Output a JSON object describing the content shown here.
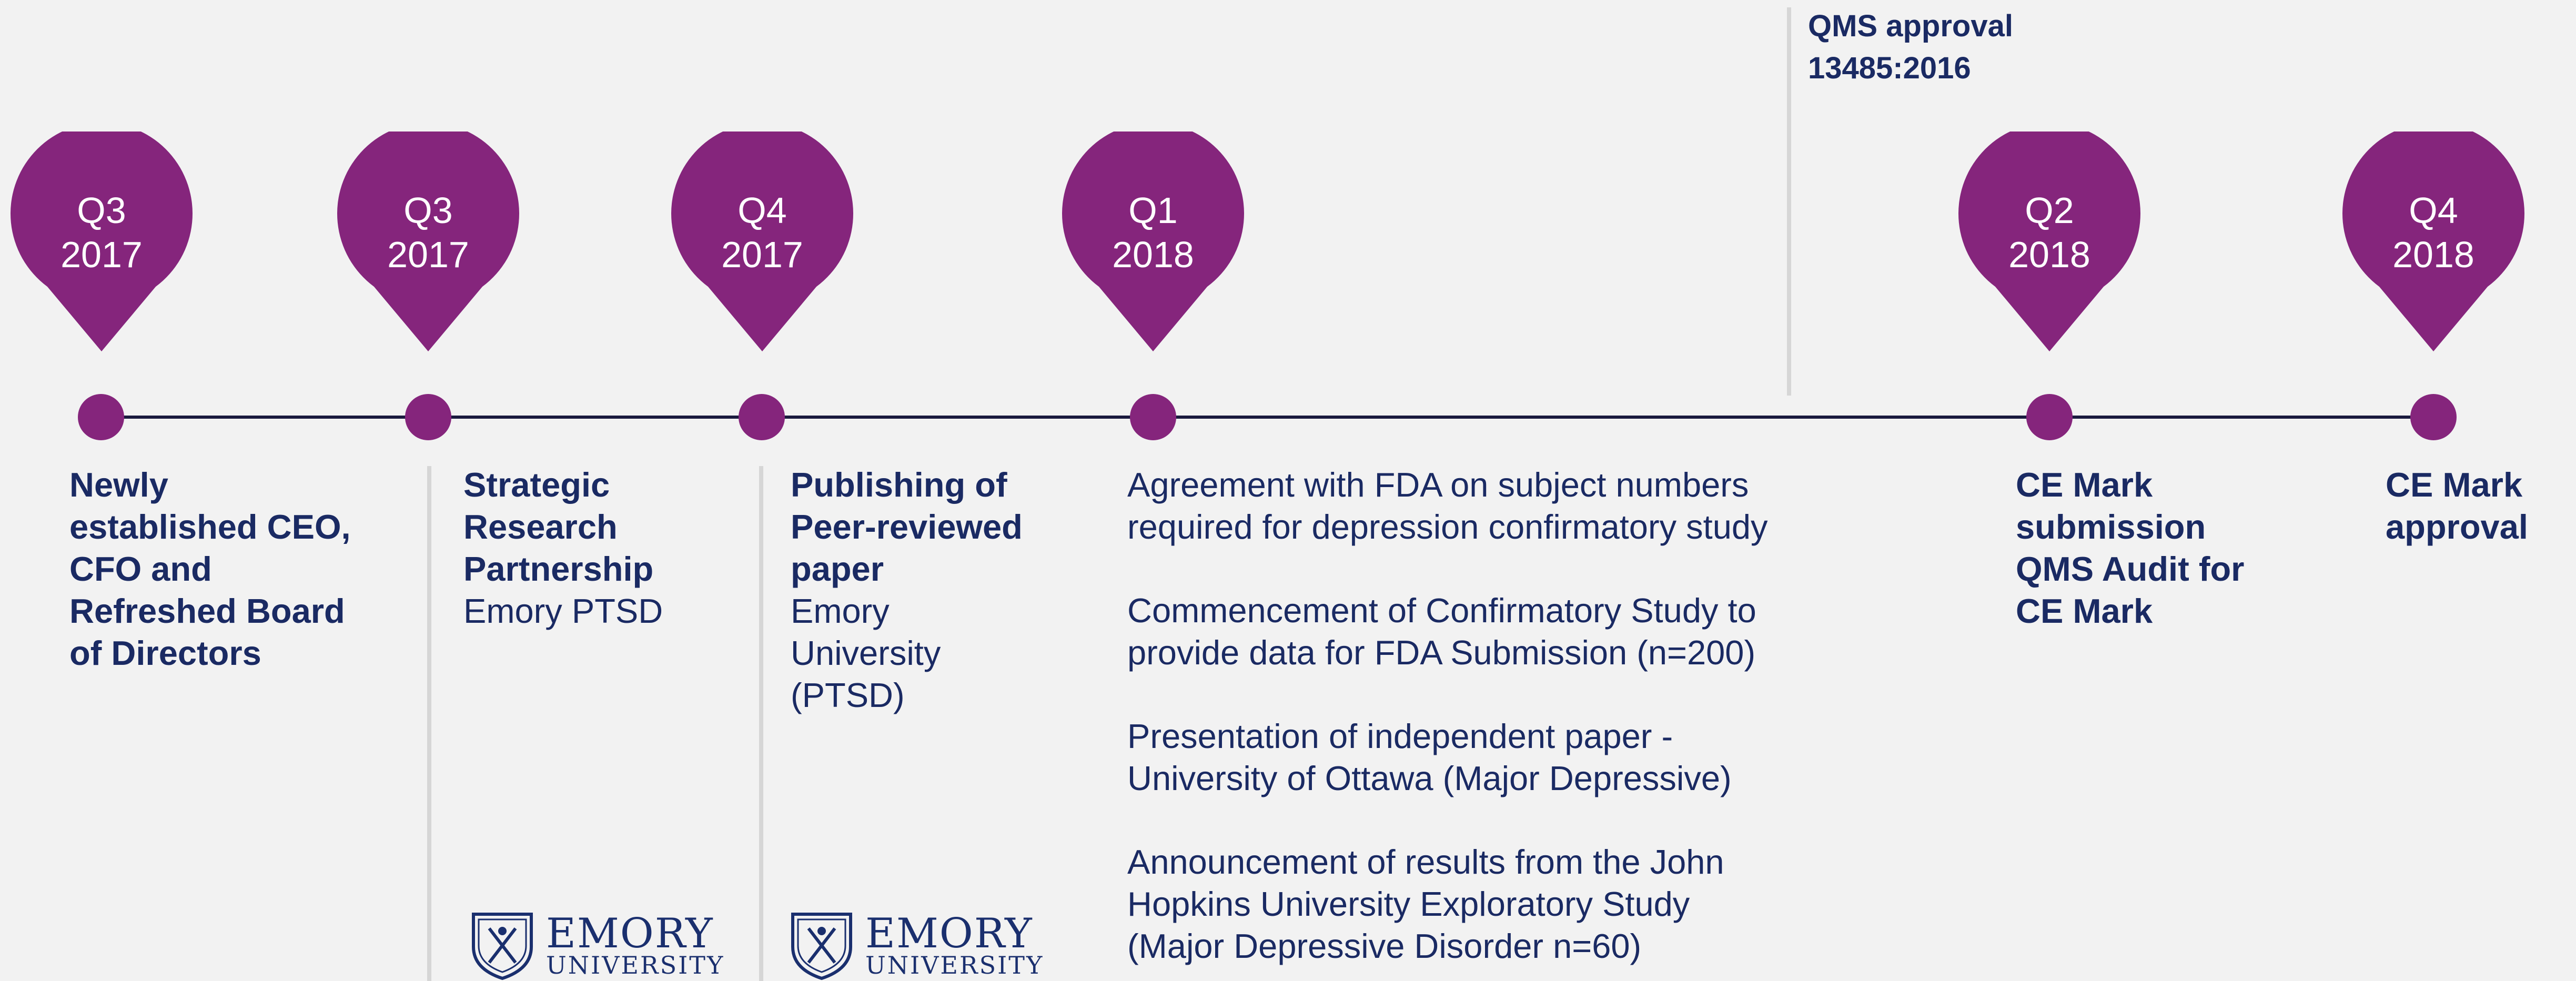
{
  "colors": {
    "accent": "#85257c",
    "text": "#1a2a63",
    "axis": "#1a1a3e",
    "background": "#f2f2f2",
    "divider": "#d6d6d6"
  },
  "milestones": [
    {
      "quarter": "Q3",
      "year": "2017"
    },
    {
      "quarter": "Q3",
      "year": "2017"
    },
    {
      "quarter": "Q4",
      "year": "2017"
    },
    {
      "quarter": "Q1",
      "year": "2018"
    },
    {
      "quarter": "Q2",
      "year": "2018"
    },
    {
      "quarter": "Q4",
      "year": "2018"
    }
  ],
  "qms_note": {
    "line1": "QMS approval",
    "line2": "13485:2016"
  },
  "col1": {
    "line1": "Newly",
    "line2": "established CEO,",
    "line3": "CFO and",
    "line4": "Refreshed Board",
    "line5": "of Directors"
  },
  "col2": {
    "line1": "Strategic",
    "line2": "Research",
    "line3": "Partnership",
    "sub1": "Emory PTSD"
  },
  "col3": {
    "line1": "Publishing of",
    "line2": "Peer-reviewed",
    "line3": "paper",
    "sub1": "Emory",
    "sub2": "University",
    "sub3": "(PTSD)"
  },
  "col4": {
    "p1": [
      "Agreement with FDA on subject numbers",
      "required for depression confirmatory study"
    ],
    "p2": [
      "Commencement of Confirmatory Study to",
      "provide data for FDA Submission (n=200)"
    ],
    "p3": [
      "Presentation of independent paper -",
      "University of Ottawa (Major Depressive)"
    ],
    "p4": [
      "Announcement of results from the John",
      "Hopkins University Exploratory Study",
      "(Major Depressive Disorder n=60)"
    ]
  },
  "col5": {
    "line1": "CE Mark",
    "line2": "submission",
    "line3": "QMS Audit for",
    "line4": "CE Mark"
  },
  "col6": {
    "line1": "CE Mark",
    "line2": "approval"
  },
  "logo": {
    "name": "EMORY",
    "sub": "UNIVERSITY",
    "icon": "emory-shield-icon"
  }
}
